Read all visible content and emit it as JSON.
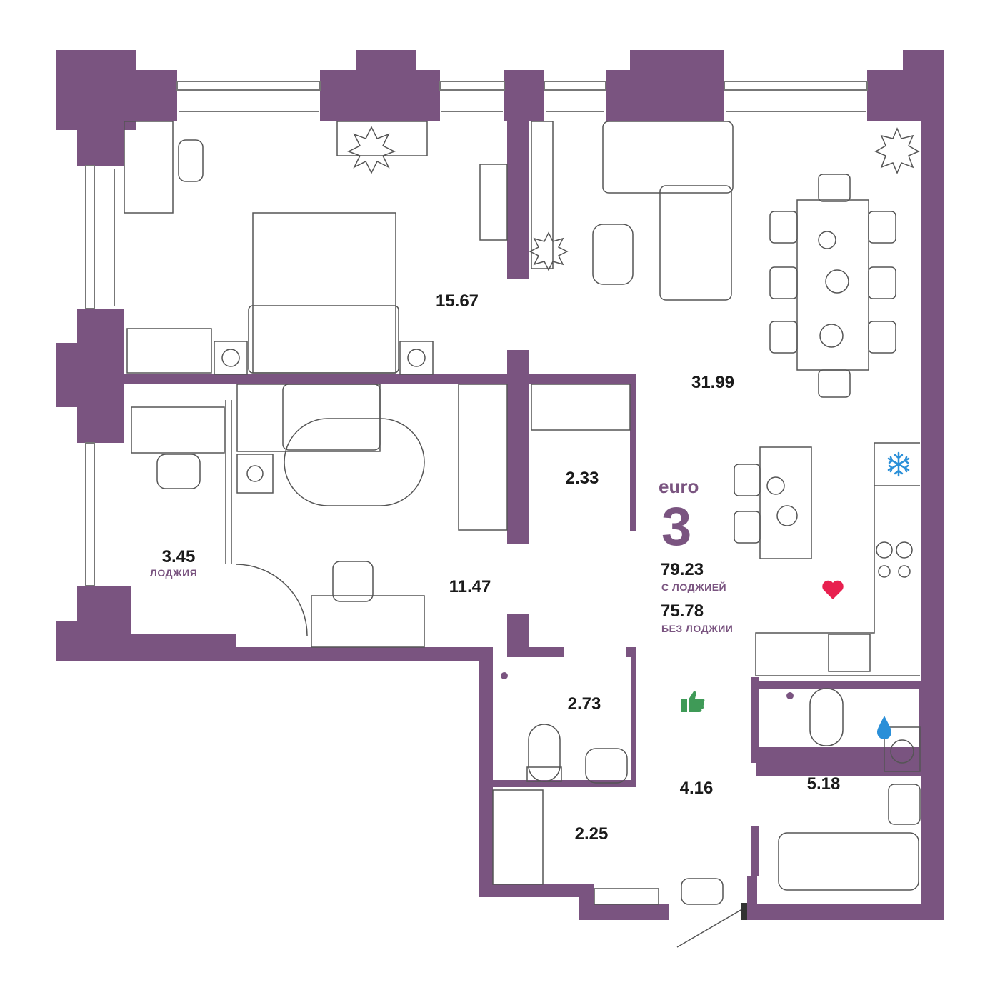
{
  "colors": {
    "wall": "#7a5480",
    "furniture_line": "#555555",
    "label_accent": "#7a5480",
    "heart": "#e8204f",
    "thumb": "#3f9a57",
    "drop": "#2a8fd8",
    "snow": "#2a8fd8"
  },
  "apartment": {
    "type": "euro",
    "rooms": "3",
    "area_with_loggia": "79.23",
    "area_with_loggia_caption": "С ЛОДЖИЕЙ",
    "area_without_loggia": "75.78",
    "area_without_loggia_caption": "БЕЗ ЛОДЖИИ"
  },
  "rooms": {
    "bedroom": "15.67",
    "living_kitchen": "31.99",
    "closet_upper": "2.33",
    "loggia": "3.45",
    "loggia_caption": "ЛОДЖИЯ",
    "bedroom_2": "11.47",
    "wc": "2.73",
    "hall": "4.16",
    "bathroom": "5.18",
    "closet_lower": "2.25"
  },
  "icons": {
    "heart": "heart-icon",
    "thumb": "thumbs-up-icon",
    "drop": "water-drop-icon",
    "snow": "snowflake-icon"
  }
}
